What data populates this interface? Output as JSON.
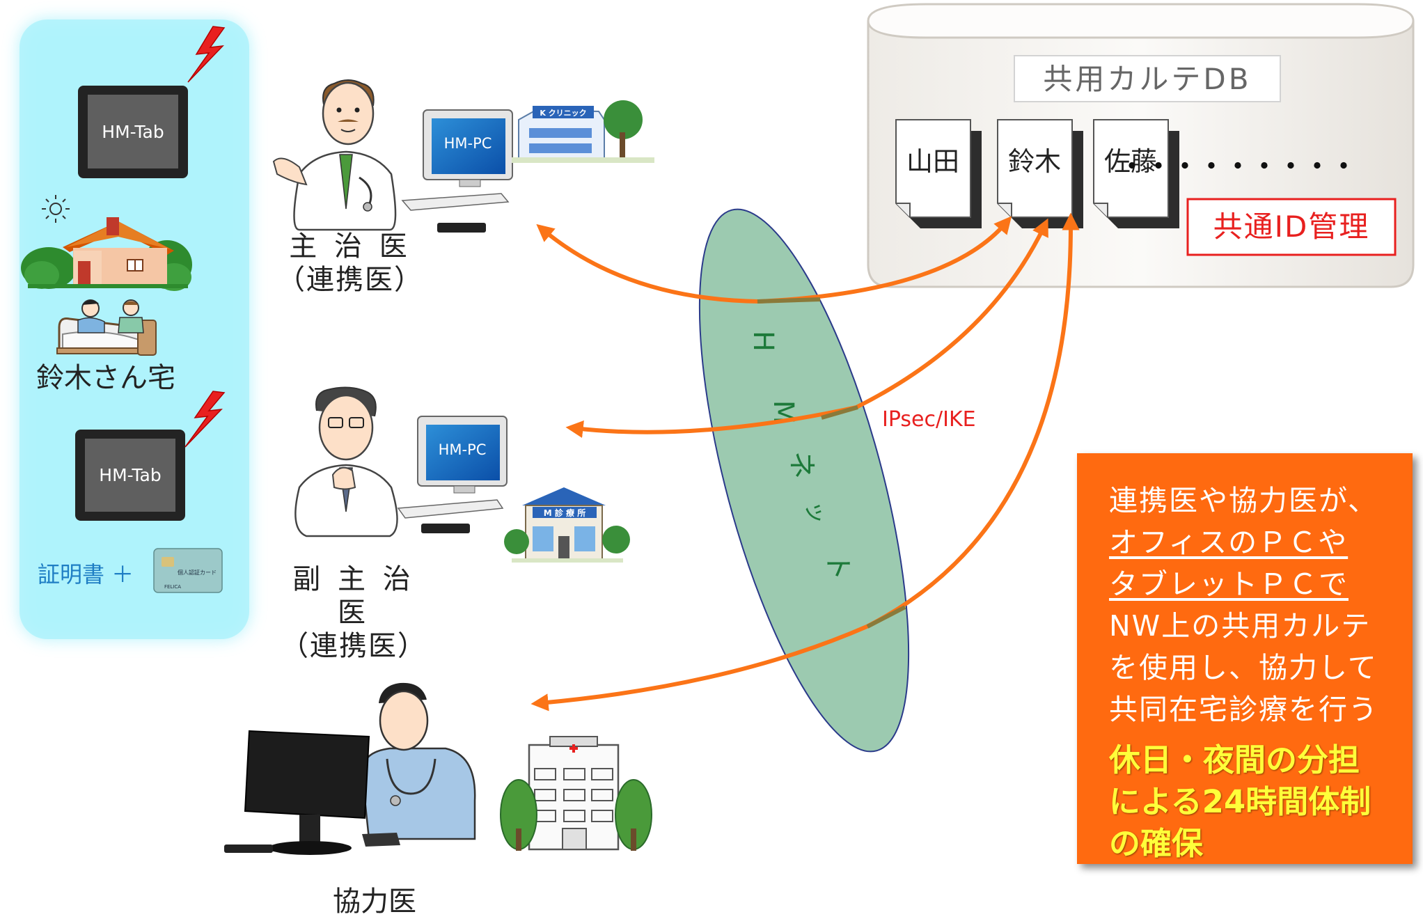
{
  "home_panel": {
    "tablet_top_label": "HM-Tab",
    "tablet_bottom_label": "HM-Tab",
    "home_label": "鈴木さん宅",
    "certificate_label": "証明書 ＋",
    "card_label": "個人認証カード",
    "card_brand": "FELICA"
  },
  "db": {
    "title": "共用カルテDB",
    "records": [
      "山田",
      "鈴木",
      "佐藤"
    ],
    "ellipsis": "・・・・・・・・・",
    "id_management": "共通ID管理"
  },
  "doctors": [
    {
      "role": "主 治 医",
      "sub": "（連携医）",
      "pc_label": "HM-PC",
      "facility_label": "K クリニック"
    },
    {
      "role": "副 主 治 医",
      "sub": "（連携医）",
      "pc_label": "HM-PC",
      "facility_label": "M 診 療 所"
    },
    {
      "role": "協力医",
      "sub": ""
    }
  ],
  "network": {
    "label_chars": [
      "H",
      "M",
      "ネ",
      "ッ",
      "ト"
    ],
    "protocol_label": "IPsec/IKE"
  },
  "info_box": {
    "lines": [
      "連携医や協力医が、",
      "オフィスのＰＣや",
      "タブレットＰＣで",
      "NW上の共用カルテ",
      "を使用し、協力して",
      "共同在宅診療を行う"
    ],
    "highlight_lines": [
      "休日・夜間の分担",
      "による24時間体制",
      "の確保"
    ]
  },
  "colors": {
    "panel": "#aef2fb",
    "network": "#9ccab0",
    "arrow": "#fb7417",
    "info_box": "#ff6a10",
    "highlight": "#ffff3a",
    "id_mgmt": "#e8201f"
  }
}
